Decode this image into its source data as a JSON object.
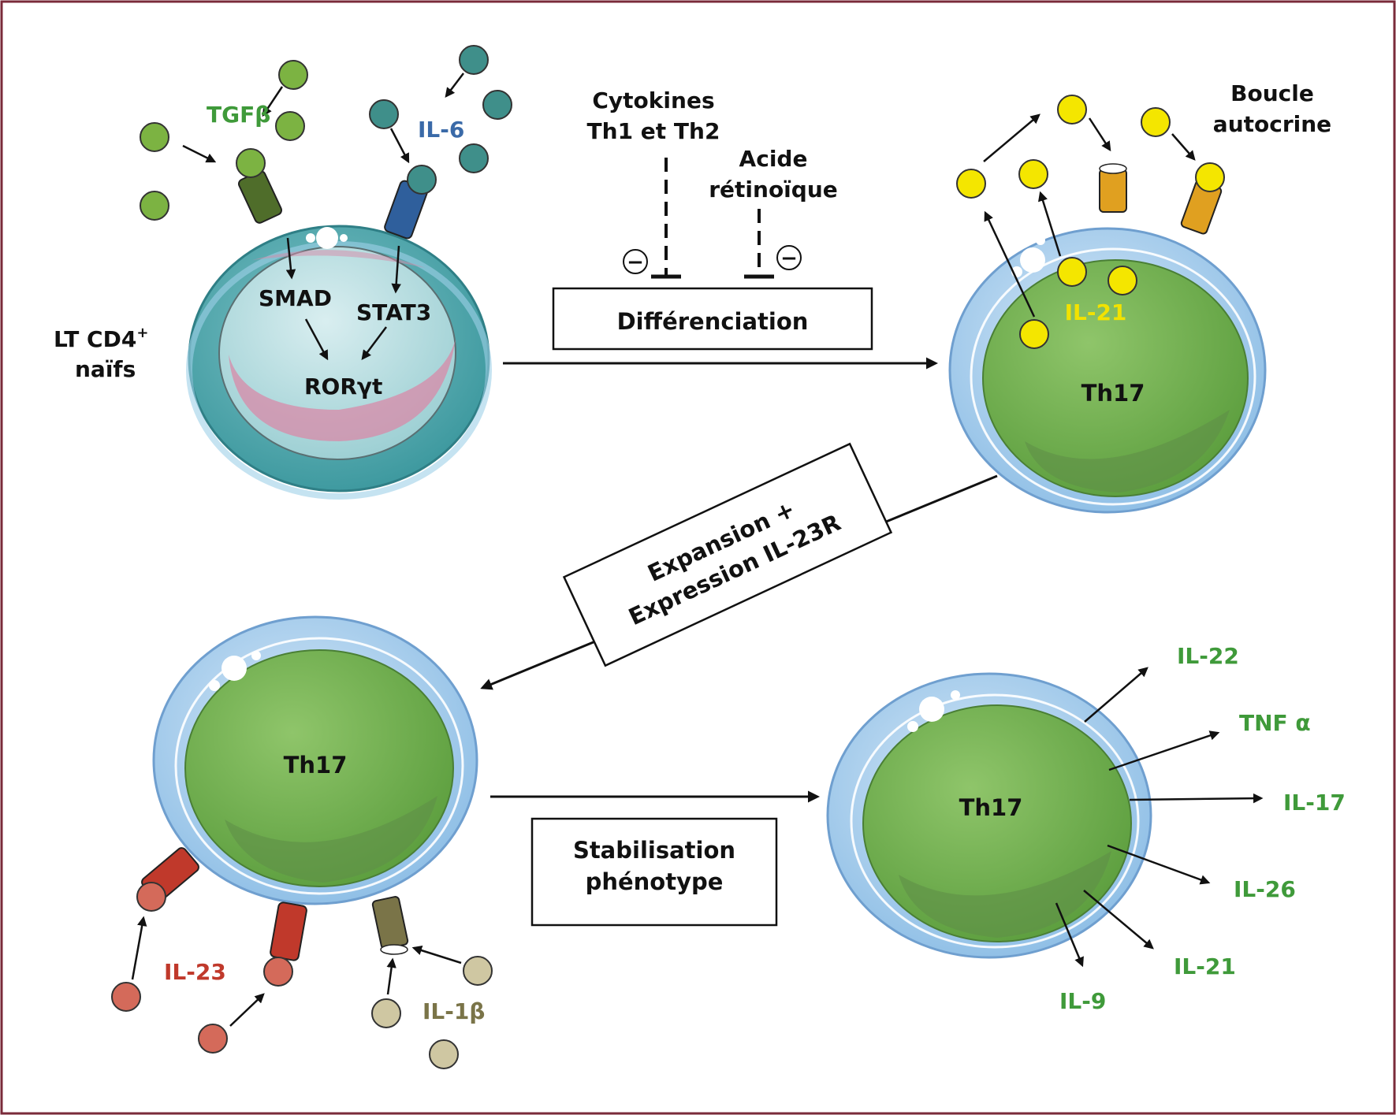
{
  "colors": {
    "tgf": "#7cb342",
    "il6": "#3f8f8a",
    "il6_text": "#3a6aa8",
    "il21": "#f4e600",
    "il21_text": "#f2e200",
    "il23": "#c0392b",
    "il23_ball": "#d46a5a",
    "il1": "#7a7448",
    "il1_ball": "#cfc7a2",
    "green_text": "#3f9a3a",
    "frame": "#7a2a3a"
  },
  "labels": {
    "tgfb": "TGFβ",
    "il6": "IL-6",
    "naive_line1": "LT CD4",
    "naive_sup": "+",
    "naive_line2": "naïfs",
    "smad": "SMAD",
    "stat3": "STAT3",
    "rorgt": "RORγt",
    "cyto_line1": "Cytokines",
    "cyto_line2": "Th1 et Th2",
    "acide_line1": "Acide",
    "acide_line2": "rétinoïque",
    "minus": "−",
    "differenciation": "Différenciation",
    "boucle_line1": "Boucle",
    "boucle_line2": "autocrine",
    "il21_top": "IL-21",
    "th17": "Th17",
    "expansion_line1": "Expansion +",
    "expansion_line2": "Expression IL-23R",
    "stabilisation_line1": "Stabilisation",
    "stabilisation_line2": "phénotype",
    "il23": "IL-23",
    "il1b": "IL-1β",
    "out_il22": "IL-22",
    "out_tnf": "TNF α",
    "out_il17": "IL-17",
    "out_il26": "IL-26",
    "out_il21": "IL-21",
    "out_il9": "IL-9"
  }
}
